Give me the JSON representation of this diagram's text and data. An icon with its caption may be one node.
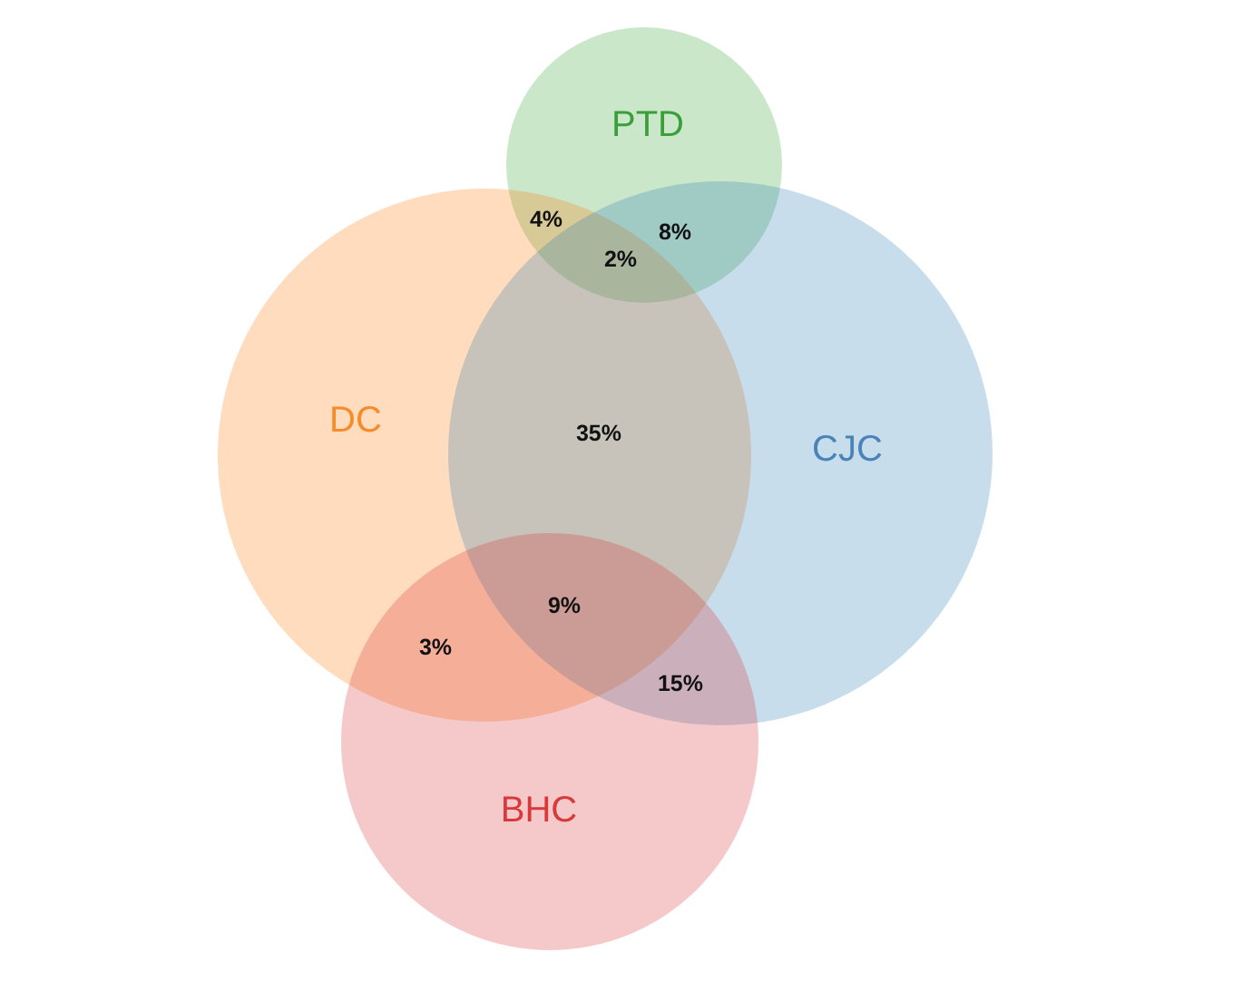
{
  "diagram": {
    "nodes": [
      {
        "text": [
          "PTD"
        ]
      },
      {
        "text": [
          "DC"
        ]
      },
      {
        "text": [
          "CJC"
        ]
      },
      {
        "text": [
          "BHC"
        ]
      }
    ],
    "edges": [],
    "labels": [
      "4%",
      "8%",
      "2%",
      "35%",
      "9%",
      "3%",
      "15%"
    ]
  }
}
